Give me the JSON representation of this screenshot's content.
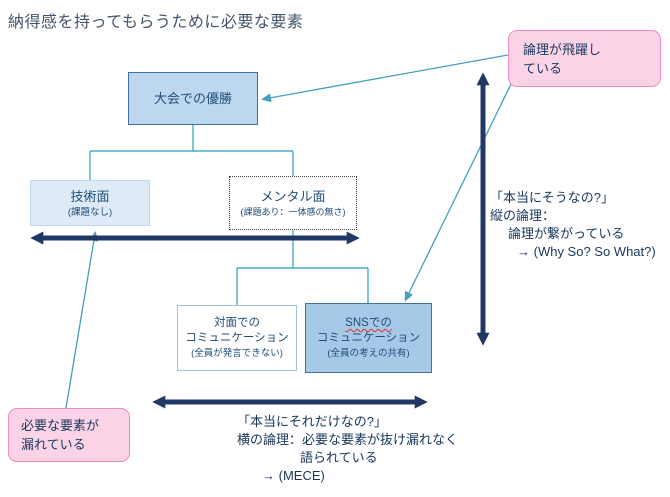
{
  "title": "納得感を持ってもらうために必要な要素",
  "tree": {
    "root": {
      "label": "大会での優勝"
    },
    "tech": {
      "label": "技術面",
      "note": "(課題なし)"
    },
    "mental": {
      "label": "メンタル面",
      "note": "(課題あり：一体感の無さ)"
    },
    "face": {
      "label": "対面での\nコミュニケーション",
      "note": "(全員が発言できない)"
    },
    "sns": {
      "label_line1": "SNSでの",
      "label_line2": "コミュニケーション",
      "note": "(全員の考えの共有)"
    }
  },
  "callouts": {
    "logic_leap": "論理が飛躍し\nている",
    "missing_element": "必要な要素が\n漏れている"
  },
  "annotations": {
    "vertical": {
      "lines": [
        "「本当にそうなの?」",
        "縦の論理：",
        "論理が繋がっている",
        "→ (Why So? So What?)"
      ]
    },
    "horizontal": {
      "lines": [
        "「本当にそれだけなの?」",
        "横の論理：必要な要素が抜け漏れなく",
        "語られている",
        "→ (MECE)"
      ]
    }
  },
  "colors": {
    "navy_arrow": "#1F3864",
    "teal_line": "#44A0BD",
    "box_blue_fill": "#BDD7EE",
    "box_blue_border": "#41719C",
    "box_light_fill": "#DEEBF7",
    "sns_fill": "#A6C9E8",
    "pink_fill": "#FBD3E6",
    "pink_border": "#F08BBB",
    "text_navy": "#17375E",
    "squiggle_red": "#E0312E"
  }
}
